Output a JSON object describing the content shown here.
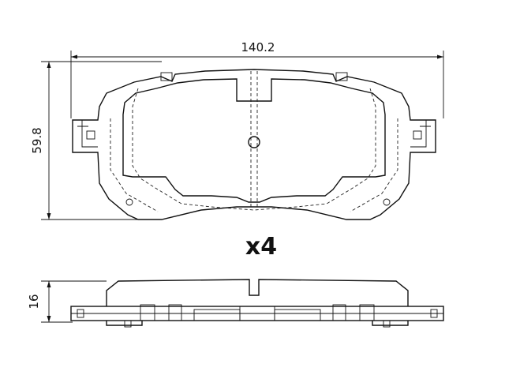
{
  "dimensions": {
    "width": "140.2",
    "height": "59.8",
    "thickness": "16"
  },
  "quantity": "x4"
}
